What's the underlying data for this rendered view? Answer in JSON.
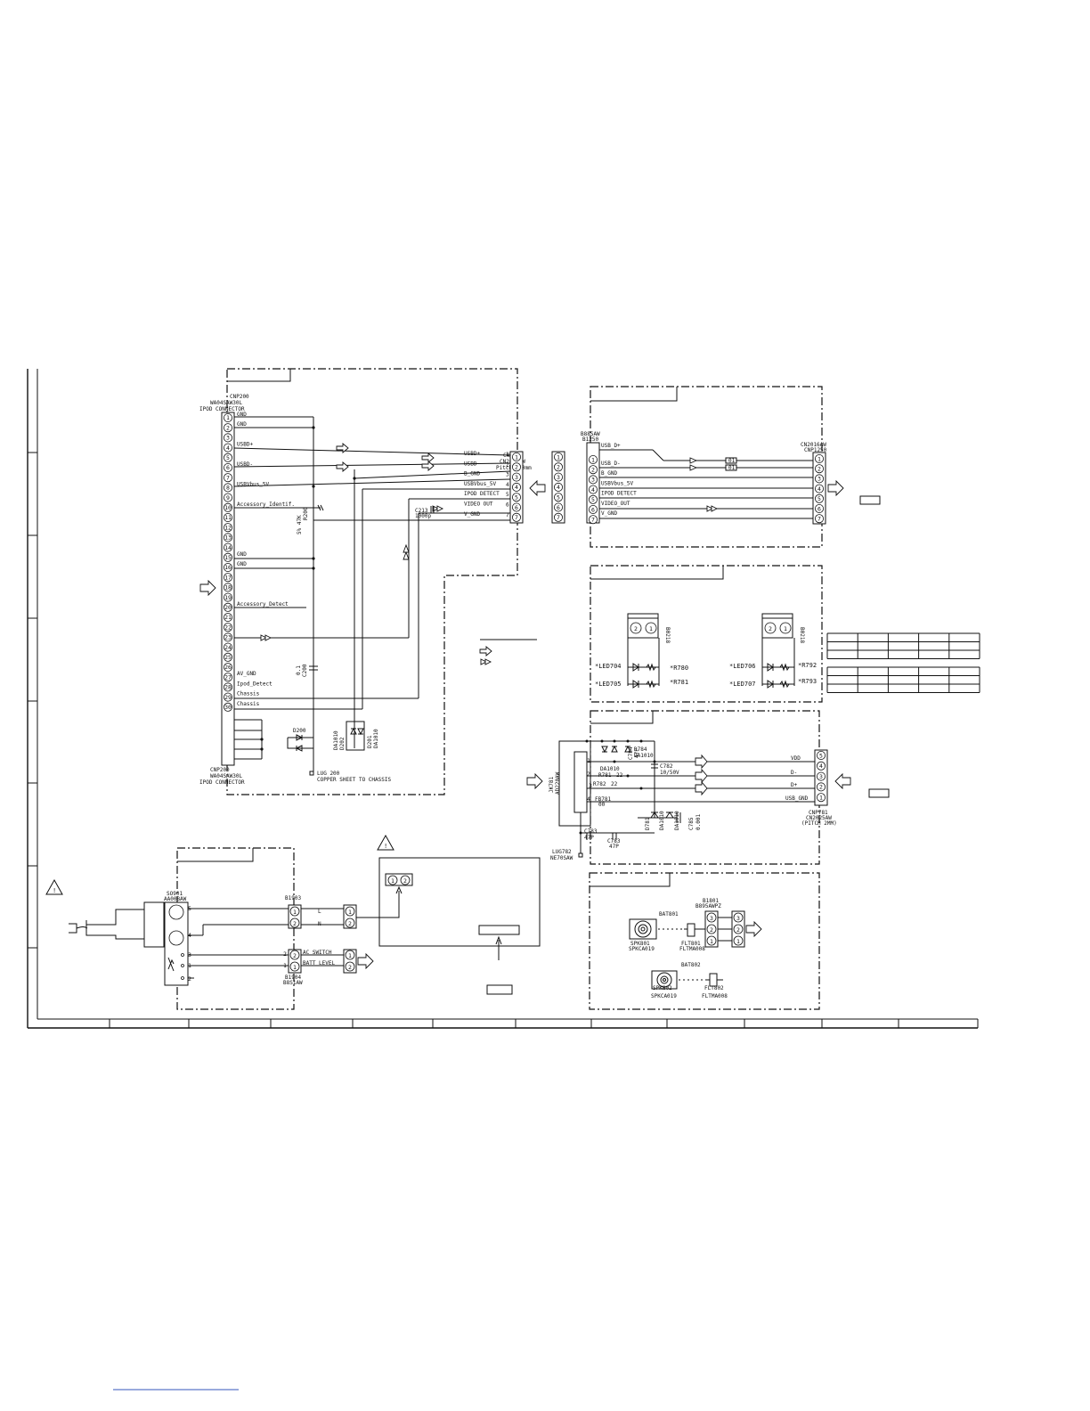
{
  "cnp200_top": {
    "ref": "CNP200",
    "part": "WA04SAW30L",
    "desc": "IPOD CONNECTOR"
  },
  "cnp200_bottom": {
    "ref": "CNP200",
    "part": "WA04SAW30L",
    "desc": "IPOD CONNECTOR"
  },
  "cnp200_signals": [
    {
      "pin": "1",
      "label": "GND"
    },
    {
      "pin": "2",
      "label": "GND"
    },
    {
      "pin": "4",
      "label": "USBD+"
    },
    {
      "pin": "6",
      "label": "USBD-"
    },
    {
      "pin": "8",
      "label": "USBVbus_5V"
    },
    {
      "pin": "10",
      "label": "Accessory_Identif."
    },
    {
      "pin": "15",
      "label": "GND"
    },
    {
      "pin": "16",
      "label": "GND"
    },
    {
      "pin": "20",
      "label": "Accessory_Detect"
    },
    {
      "pin": "27",
      "label": "AV_GND"
    },
    {
      "pin": "28",
      "label": "Ipod_Detect"
    },
    {
      "pin": "29",
      "label": "Chassis"
    },
    {
      "pin": "30",
      "label": "Chassis"
    }
  ],
  "r200": {
    "ref": "R200",
    "value": "5% 47K"
  },
  "c200": {
    "ref": "C200",
    "value": "0.1"
  },
  "d200": {
    "ref": "D200"
  },
  "d202": {
    "ref": "D202",
    "part": "DA1010"
  },
  "d201": {
    "ref": "D201",
    "part": "DA1010"
  },
  "lug200": {
    "ref": "LUG 200",
    "desc": "COPPER SHEET TO CHASSIS"
  },
  "c213": {
    "ref": "C213",
    "value": "1000p"
  },
  "cnp201": {
    "ref": "CNP201",
    "part": "CN2028AW",
    "pitch": "Pitch:2.0mm",
    "signals": [
      "USBD+",
      "USBD-",
      "B_GND",
      "USBVbus_5V",
      "IPOD DETECT",
      "VIDEO OUT",
      "V_GND"
    ]
  },
  "b1250": {
    "ref": "B1250",
    "part": "B88SAW",
    "signals": [
      "USB_D+",
      "USB_D-",
      "B_GND",
      "USBVbus_5V",
      "IPOD DETECT",
      "VIDEO_OUT",
      "V_GND"
    ]
  },
  "cnp1250": {
    "ref": "CNP1250",
    "part": "CN2016AW"
  },
  "ferrite": "01",
  "led_block": {
    "left_connector": "B0218",
    "right_connector": "B0218",
    "leds": [
      "*LED704",
      "*LED705",
      "*LED706",
      "*LED707"
    ],
    "resistors": [
      "*R780",
      "*R781",
      "*R792",
      "*R793"
    ]
  },
  "usb_block": {
    "cnp781": {
      "ref": "CNP781",
      "part": "CN2025AW",
      "pitch": "(PITCH 2MM)"
    },
    "signals": [
      "VDD",
      "D-",
      "D+",
      "USB_GND"
    ],
    "jk781": {
      "ref": "JK781",
      "part": "AD220AW"
    },
    "d784": {
      "ref": "D784",
      "part": "DA1010"
    },
    "c782": {
      "ref": "C782",
      "value": "10/50V"
    },
    "r781": {
      "ref": "R781",
      "value": "22"
    },
    "r782": {
      "ref": "R782",
      "value": "22"
    },
    "fb781": {
      "ref": "FB781",
      "value": "00"
    },
    "c783": {
      "ref": "C783",
      "value": "47P"
    },
    "c785": {
      "ref": "C785",
      "value": "0.001"
    },
    "d781": {
      "ref": "D781",
      "part": "DA1010"
    },
    "d782": {
      "ref": "D782",
      "part": "DA1010"
    },
    "c784": {
      "ref": "C784",
      "value": "47P"
    },
    "lug782": {
      "ref": "LUG782",
      "part": "NE70SAW"
    },
    "dio_label": "DA1010"
  },
  "power_block": {
    "so901": {
      "ref": "SO901",
      "part": "AA008AW"
    },
    "b1903": {
      "ref": "B1903"
    },
    "b1904": {
      "ref": "B1904",
      "part": "B8S1AW"
    },
    "wire_l": "L",
    "wire_n": "N",
    "ac_switch": "AC SWITCH",
    "batt_level": "BATT_LEVEL"
  },
  "speaker_block": {
    "b1801": {
      "ref": "B1801",
      "part": "B895AWPZ"
    },
    "bat801": "BAT801",
    "bat802": "BAT802",
    "spk801": {
      "ref": "SPK801",
      "part": "SPKCA019"
    },
    "spk802": {
      "ref": "SPK802",
      "part": "SPKCA019"
    },
    "flt801": {
      "ref": "FLT801",
      "part": "FLTMA008"
    },
    "flt802": {
      "ref": "FLT802",
      "part": "FLTMA008"
    }
  },
  "pins_7": [
    "1",
    "2",
    "3",
    "4",
    "5",
    "6",
    "7"
  ],
  "pins_2": [
    "1",
    "2"
  ],
  "tables_rows": 3,
  "warning_symbol": "!"
}
